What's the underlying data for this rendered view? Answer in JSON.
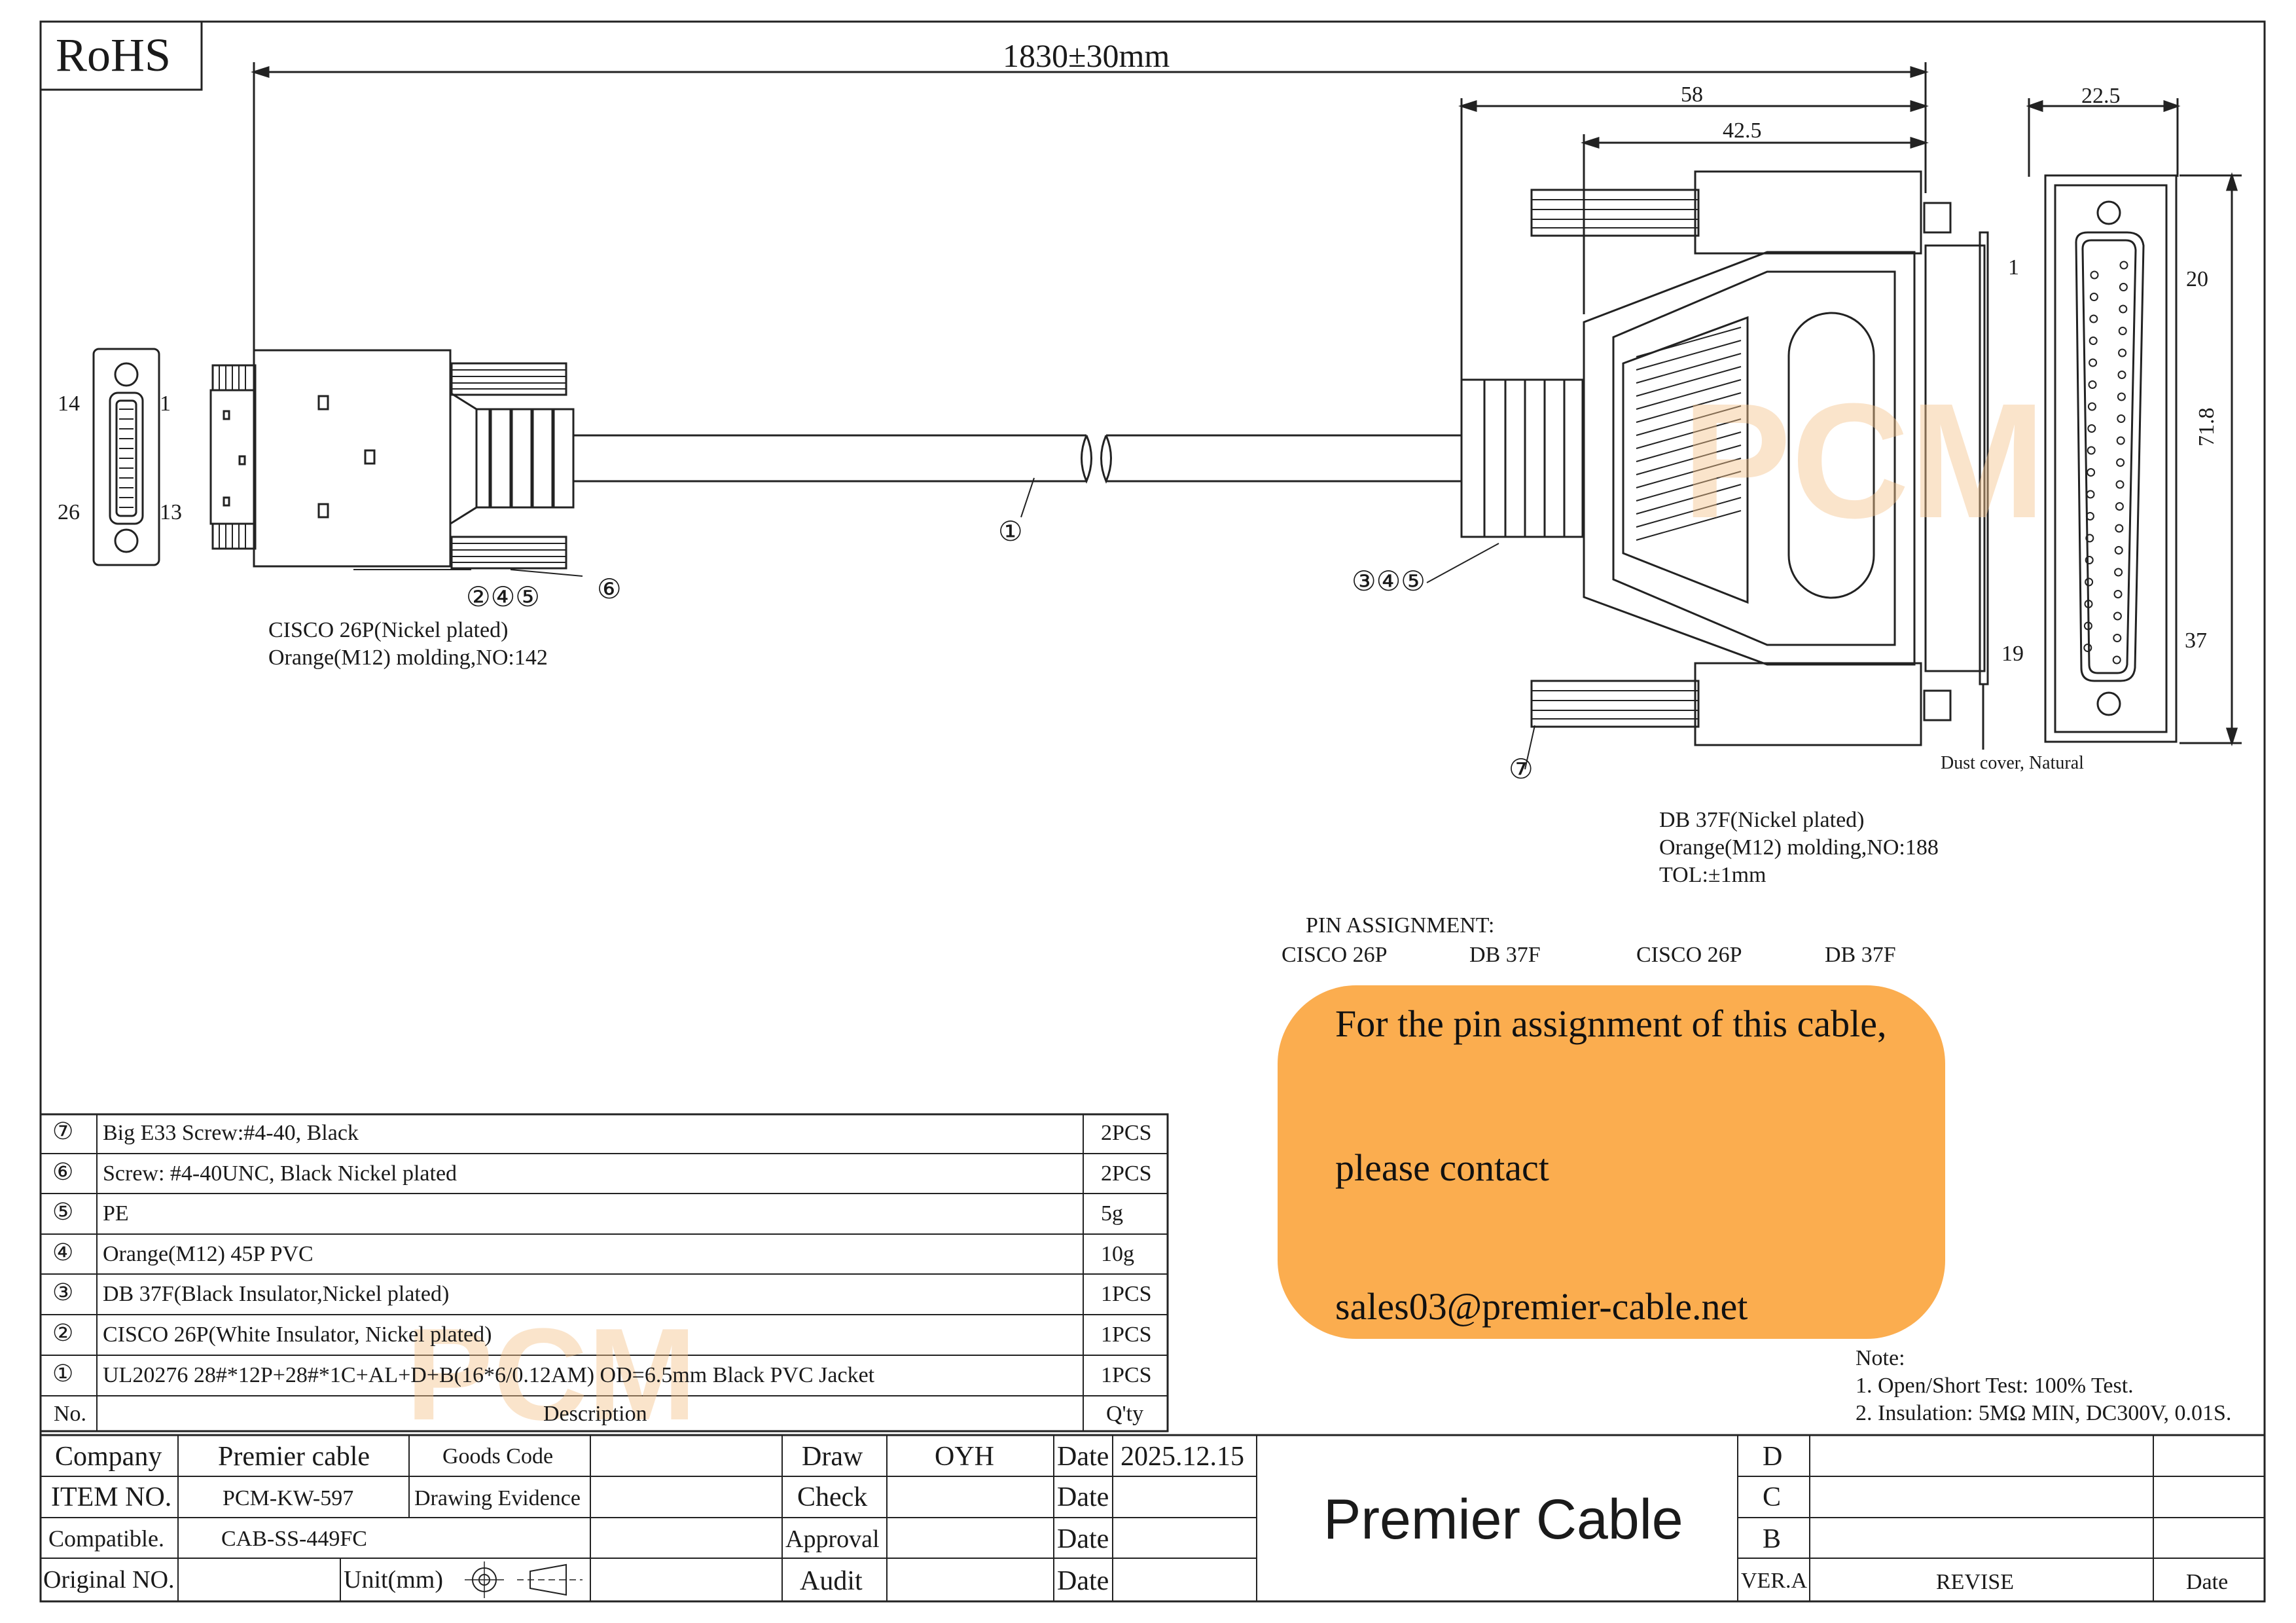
{
  "rohs": "RoHS",
  "dimensions": {
    "overall_length": "1830±30mm",
    "db_width_58": "58",
    "db_body_42_5": "42.5",
    "face_width": "22.5",
    "face_height": "71.8"
  },
  "cisco_connector": {
    "pin_14": "14",
    "pin_1": "1",
    "pin_26": "26",
    "pin_13": "13",
    "callout_group": "②④⑤",
    "callout_screw": "⑥",
    "label_line1": "CISCO 26P(Nickel plated)",
    "label_line2": "Orange(M12) molding,NO:142"
  },
  "cable_callout": "①",
  "db_connector": {
    "callout_group": "③④⑤",
    "callout_screw": "⑦",
    "pin_1": "1",
    "pin_20": "20",
    "pin_19": "19",
    "pin_37": "37",
    "dust_cover": "Dust cover, Natural",
    "label_line1": "DB 37F(Nickel plated)",
    "label_line2": "Orange(M12) molding,NO:188",
    "label_line3": "TOL:±1mm"
  },
  "pin_assignment": {
    "title": "PIN ASSIGNMENT:",
    "headers": [
      "CISCO 26P",
      "DB 37F",
      "CISCO 26P",
      "DB 37F"
    ],
    "box_line1": "For the pin assignment of this cable,",
    "box_line2": "please contact",
    "box_line3": "sales03@premier-cable.net"
  },
  "bom": [
    {
      "no": "⑦",
      "desc": "Big E33 Screw:#4-40, Black",
      "qty": "2PCS"
    },
    {
      "no": "⑥",
      "desc": "Screw: #4-40UNC, Black Nickel plated",
      "qty": "2PCS"
    },
    {
      "no": "⑤",
      "desc": "PE",
      "qty": "5g"
    },
    {
      "no": "④",
      "desc": "Orange(M12) 45P PVC",
      "qty": "10g"
    },
    {
      "no": "③",
      "desc": "DB 37F(Black Insulator,Nickel plated)",
      "qty": "1PCS"
    },
    {
      "no": "②",
      "desc": "CISCO 26P(White Insulator, Nickel plated)",
      "qty": "1PCS"
    },
    {
      "no": "①",
      "desc": "UL20276 28#*12P+28#*1C+AL+D+B(16*6/0.12AM) OD=6.5mm Black PVC Jacket",
      "qty": "1PCS"
    }
  ],
  "bom_header": {
    "no": "No.",
    "desc": "Description",
    "qty": "Q'ty"
  },
  "notes": {
    "title": "Note:",
    "line1": "1. Open/Short Test: 100% Test.",
    "line2": "2. Insulation: 5MΩ  MIN, DC300V, 0.01S."
  },
  "title_block": {
    "company_label": "Company",
    "company_value": "Premier cable",
    "goods_code": "Goods Code",
    "item_label": "ITEM NO.",
    "item_value": "PCM-KW-597",
    "drawing_evidence": "Drawing Evidence",
    "compatible_label": "Compatible.",
    "compatible_value": "CAB-SS-449FC",
    "original_label": "Original NO.",
    "unit_label": "Unit(mm)",
    "draw_label": "Draw",
    "draw_value": "OYH",
    "check_label": "Check",
    "approval_label": "Approval",
    "audit_label": "Audit",
    "date_label": "Date",
    "date_value": "2025.12.15",
    "brand": "Premier Cable",
    "rev_d": "D",
    "rev_c": "C",
    "rev_b": "B",
    "ver": "VER.A",
    "revise": "REVISE",
    "rev_date": "Date"
  },
  "watermark": "PCM",
  "colors": {
    "accent_orange": "#fbad4f",
    "watermark": "#f6c48d",
    "line": "#222222"
  }
}
